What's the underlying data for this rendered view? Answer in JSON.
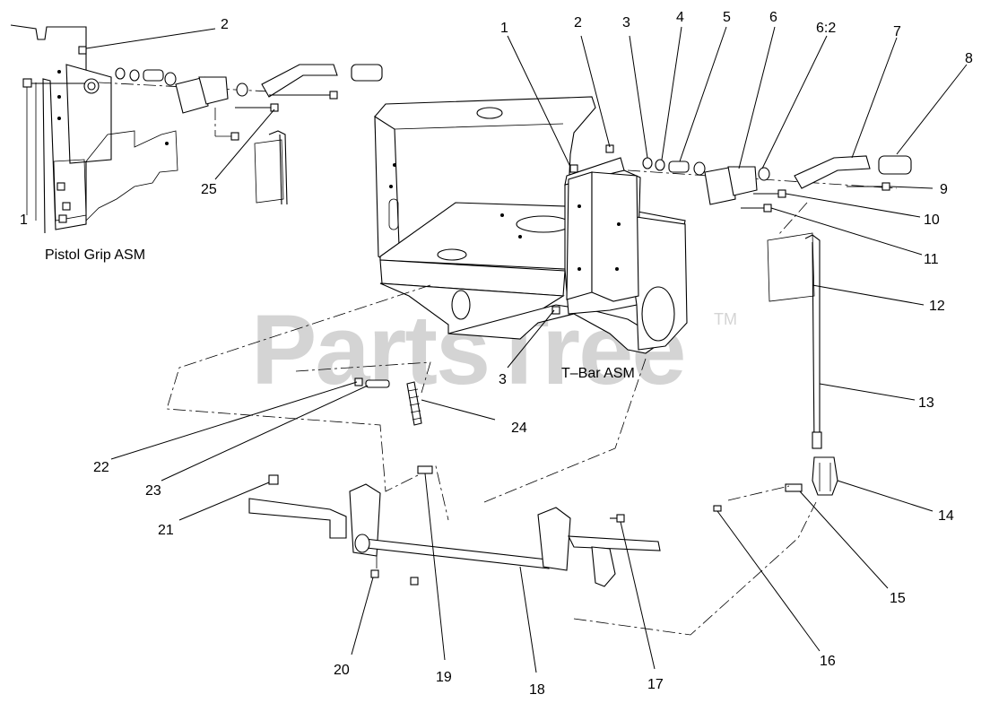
{
  "watermark": {
    "text": "PartsTree",
    "trademark": "TM"
  },
  "captions": {
    "pistol_grip": "Pistol Grip ASM",
    "t_bar": "T–Bar ASM"
  },
  "callouts": {
    "pg_1": "1",
    "pg_2": "2",
    "pg_25": "25",
    "c1": "1",
    "c2": "2",
    "c3_top": "3",
    "c4": "4",
    "c5": "5",
    "c6": "6",
    "c6_2": "6:2",
    "c7": "7",
    "c8": "8",
    "c9": "9",
    "c10": "10",
    "c11": "11",
    "c12": "12",
    "c13": "13",
    "c14": "14",
    "c15": "15",
    "c16": "16",
    "c17": "17",
    "c18": "18",
    "c19": "19",
    "c20": "20",
    "c21": "21",
    "c22": "22",
    "c23": "23",
    "c24": "24",
    "c3_bottom": "3"
  }
}
